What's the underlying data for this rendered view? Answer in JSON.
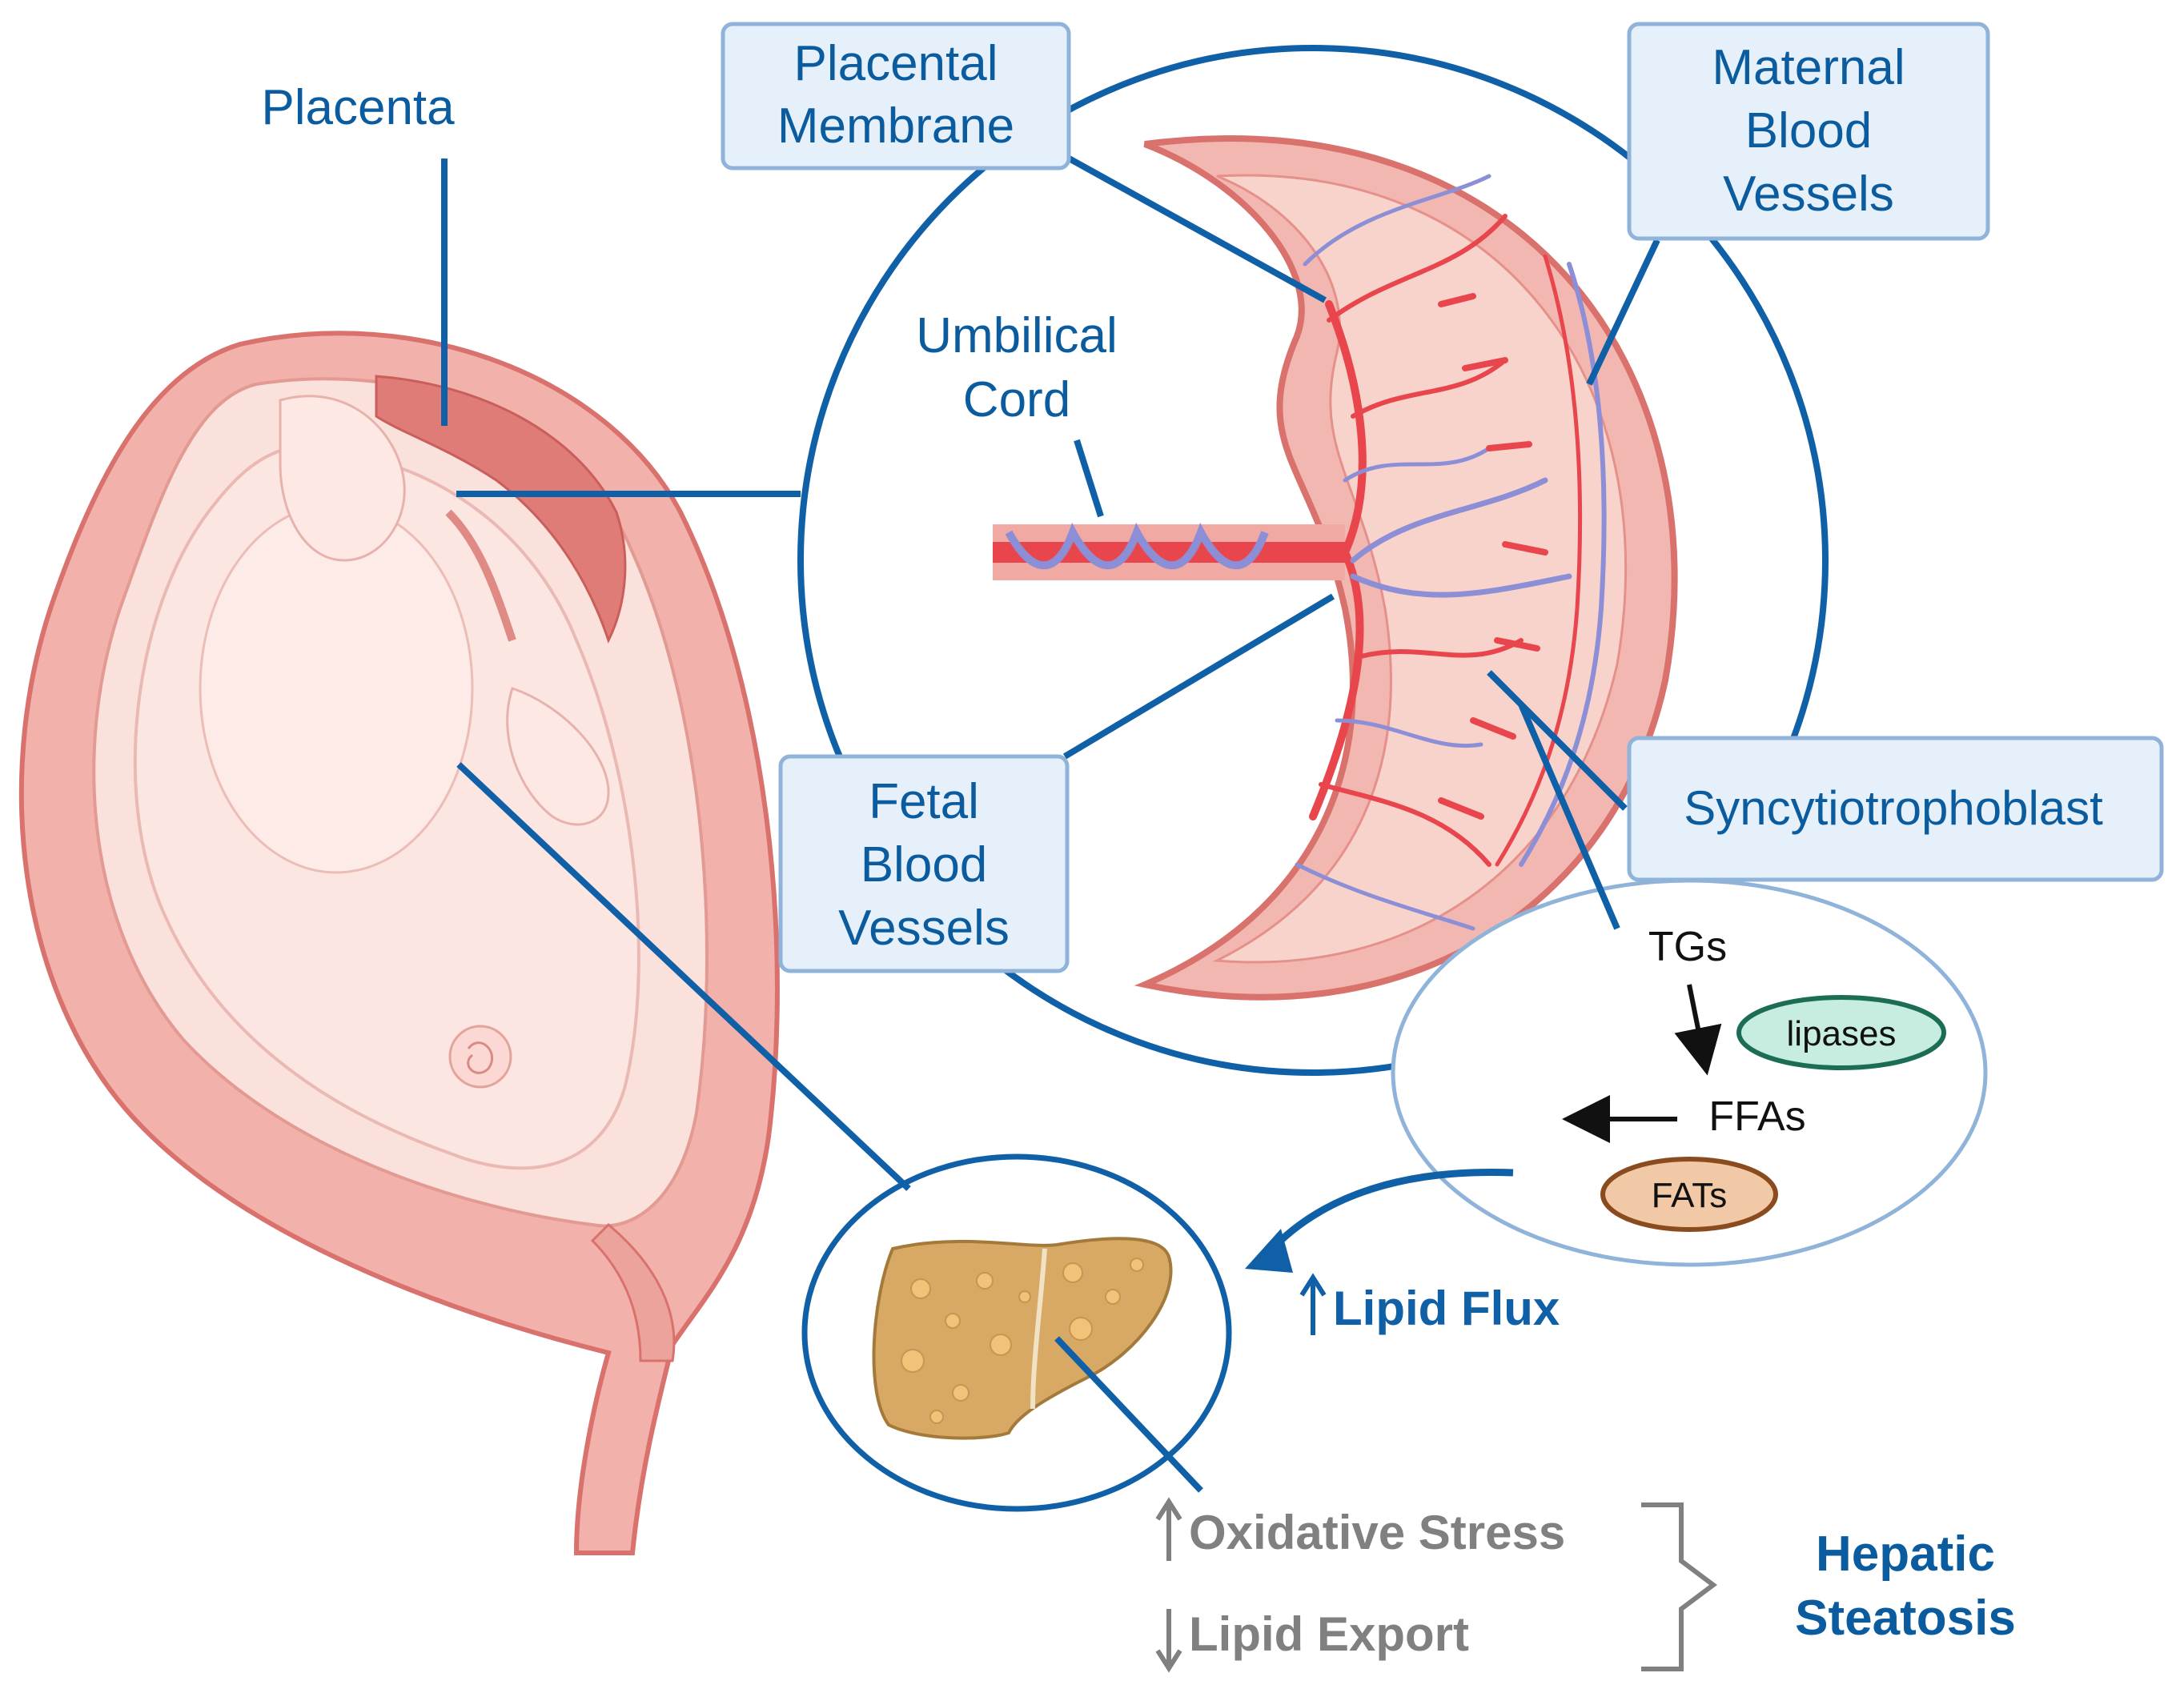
{
  "labels": {
    "placenta": "Placenta",
    "placental_membrane": [
      "Placental",
      "Membrane"
    ],
    "maternal_blood_vessels": [
      "Maternal",
      "Blood",
      "Vessels"
    ],
    "umbilical_cord": [
      "Umbilical",
      "Cord"
    ],
    "fetal_blood_vessels": [
      "Fetal",
      "Blood",
      "Vessels"
    ],
    "syncytiotrophoblast": "Syncytiotrophoblast"
  },
  "lipid_detail": {
    "tgs": "TGs",
    "lipases": "lipases",
    "ffas": "FFAs",
    "fats": "FATs"
  },
  "liver_effects": {
    "lipid_flux": "Lipid Flux",
    "lipid_flux_direction": "up",
    "oxidative_stress": "Oxidative Stress",
    "oxidative_stress_direction": "up",
    "lipid_export": "Lipid Export",
    "lipid_export_direction": "down",
    "outcome": [
      "Hepatic",
      "Steatosis"
    ]
  },
  "colors": {
    "label_blue": "#0b5c9e",
    "connector_blue": "#1060a8",
    "box_fill": "#e6f0fa",
    "box_border": "#8fb3d9",
    "skin_pink": "#f6c9c4",
    "uterus_dark": "#d9716d",
    "artery_red": "#e8464c",
    "vein_purple": "#8c8fd6",
    "liver_tan": "#d7a965",
    "lipase_fill": "#c7ece0",
    "fats_fill": "#f2c9a6",
    "muted_gray": "#808080"
  }
}
